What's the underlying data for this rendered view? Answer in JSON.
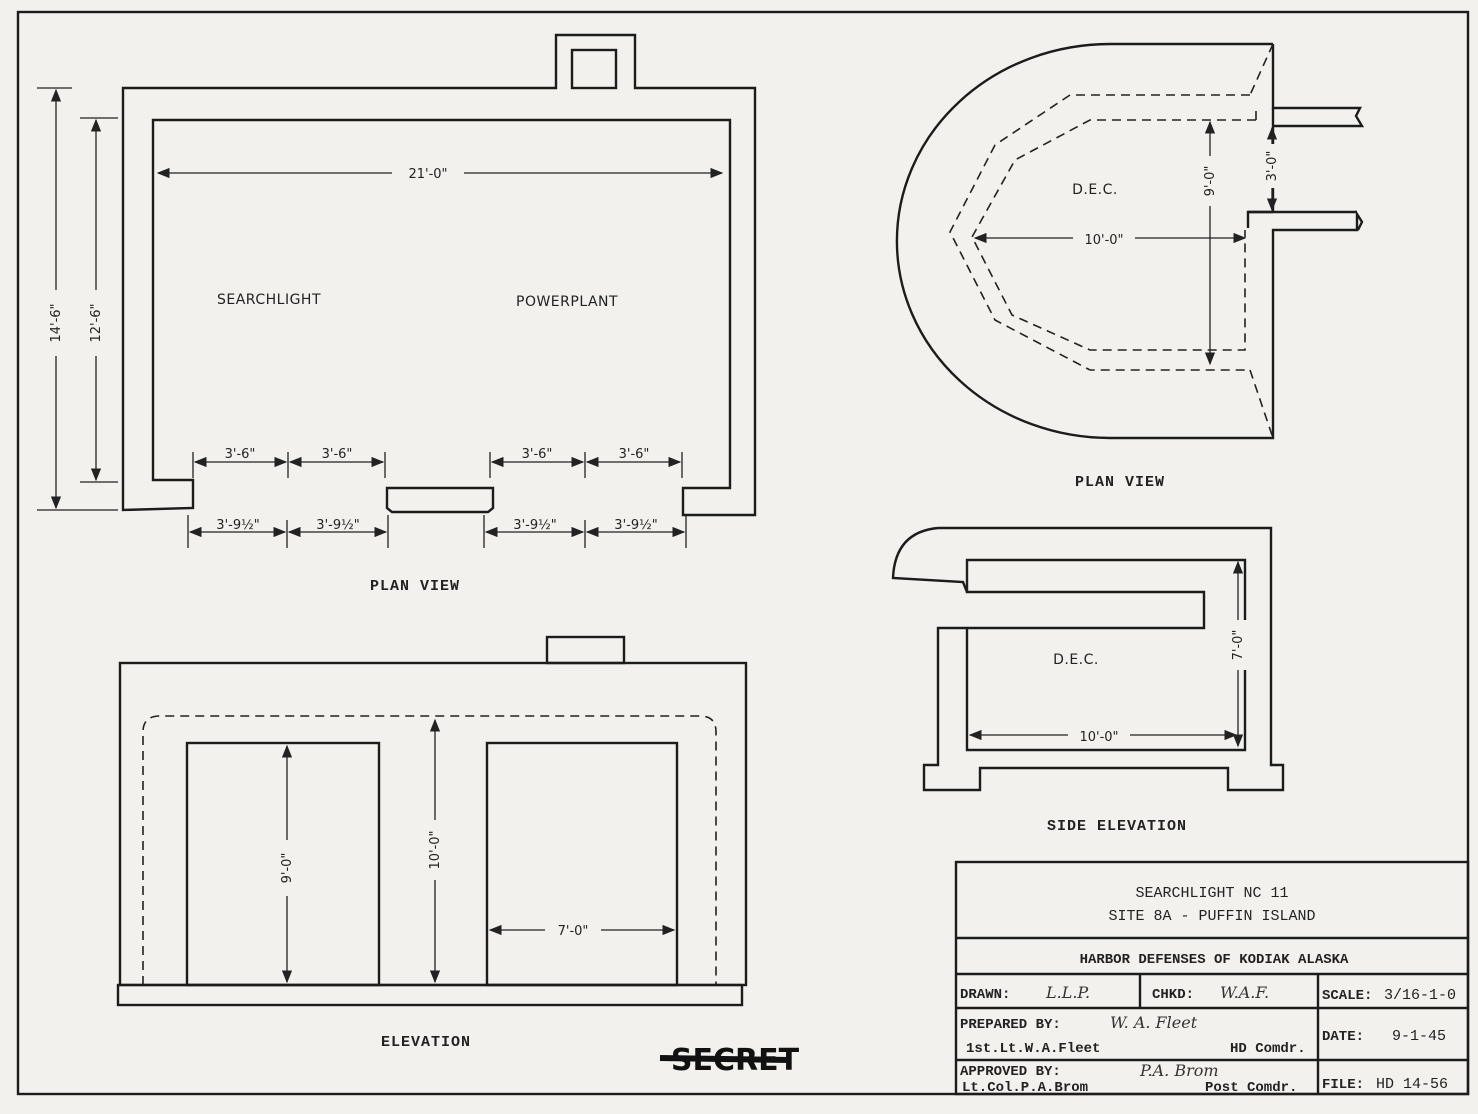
{
  "plan_view_1": {
    "label": "PLAN VIEW",
    "overall_width": "21'-0\"",
    "overall_depth": "14'-6\"",
    "inner_depth": "12'-6\"",
    "room_left": "SEARCHLIGHT",
    "room_right": "POWERPLANT",
    "opening_a": "3'-6\"",
    "opening_b": "3'-6\"",
    "opening_c": "3'-6\"",
    "opening_d": "3'-6\"",
    "outer_a": "3'-9½\"",
    "outer_b": "3'-9½\"",
    "outer_c": "3'-9½\"",
    "outer_d": "3'-9½\""
  },
  "plan_view_2": {
    "label": "PLAN VIEW",
    "room": "D.E.C.",
    "width": "10'-0\"",
    "depth": "9'-0\"",
    "opening": "3'-0\""
  },
  "side_elevation": {
    "label": "SIDE ELEVATION",
    "room": "D.E.C.",
    "width": "10'-0\"",
    "height": "7'-0\""
  },
  "elevation": {
    "label": "ELEVATION",
    "door_height": "9'-0\"",
    "overall_height": "10'-0\"",
    "door_width": "7'-0\""
  },
  "title_block": {
    "line1": "SEARCHLIGHT NC 11",
    "line2": "SITE 8A - PUFFIN ISLAND",
    "project": "HARBOR DEFENSES OF KODIAK ALASKA",
    "drawn_label": "DRAWN:",
    "drawn_value": "L.L.P.",
    "chkd_label": "CHKD:",
    "chkd_value": "W.A.F.",
    "scale_label": "SCALE:",
    "scale_value": "3/16-1-0",
    "prepared_label": "PREPARED BY:",
    "prepared_sig": "W. A. Fleet",
    "prepared_name": "1st.Lt.W.A.Fleet",
    "prepared_role": "HD Comdr.",
    "date_label": "DATE:",
    "date_value": "9-1-45",
    "approved_label": "APPROVED BY:",
    "approved_sig": "P.A. Brom",
    "approved_name": "Lt.Col.P.A.Brom",
    "approved_role": "Post Comdr.",
    "file_label": "FILE:",
    "file_value": "HD 14-56"
  },
  "stamp": "SECRET"
}
